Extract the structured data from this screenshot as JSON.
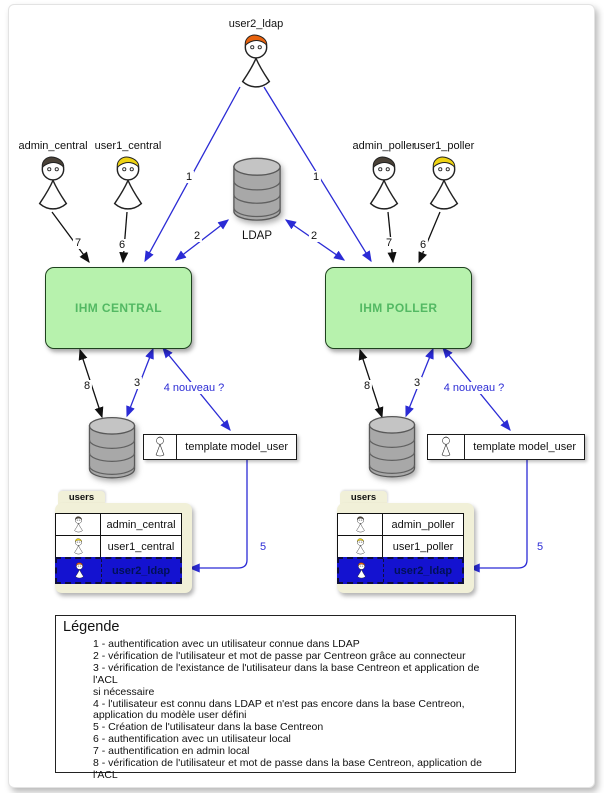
{
  "figures": {
    "user2_ldap": "user2_ldap",
    "admin_central": "admin_central",
    "user1_central": "user1_central",
    "admin_poller": "admin_poller",
    "user1_poller": "user1_poller"
  },
  "ldap_label": "LDAP",
  "ihm_central": "IHM CENTRAL",
  "ihm_poller": "IHM POLLER",
  "template_label": "template model_user",
  "steps": {
    "s1": "1",
    "s2": "2",
    "s3": "3",
    "s4": "4 nouveau ?",
    "s5": "5",
    "s6": "6",
    "s7": "7",
    "s8": "8"
  },
  "users_table": {
    "tab": "users",
    "central_rows": [
      "admin_central",
      "user1_central",
      "user2_ldap"
    ],
    "poller_rows": [
      "admin_poller",
      "user1_poller",
      "user2_ldap"
    ]
  },
  "legend": {
    "title": "Légende",
    "lines": [
      "1 - authentification avec un utilisateur connue dans LDAP",
      "2 - vérification de l'utilisateur et mot de passe par Centreon grâce au connecteur",
      "3 - vérification de l'existance de l'utilisateur dans la base Centreon et application de l'ACL",
      "si nécessaire",
      "4 - l'utilisateur est connu dans LDAP et n'est pas encore dans la base Centreon,",
      "application du modèle user défini",
      "5 - Création de l'utilisateur dans la base Centreon",
      "6 - authentification avec un utilisateur local",
      "7 - authentification en admin local",
      "8 - vérification de l'utilisateur et mot de passe dans la base Centreon, application de l'ACL"
    ]
  },
  "colors": {
    "arrow_blue": "#2b2bd5",
    "box_fill": "#b7f2ad",
    "box_text": "#53b963",
    "highlight_row": "#1412d0",
    "folder": "#f1f0d8"
  }
}
